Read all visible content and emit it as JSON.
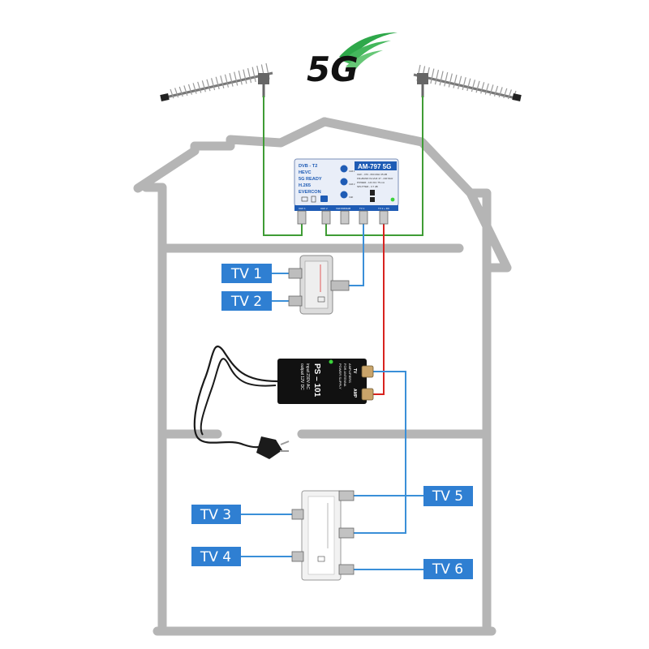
{
  "logo": {
    "text": "5G"
  },
  "amplifier": {
    "left_lines": [
      "DVB - T2",
      "HEVC",
      "5G READY",
      "H.265",
      "EVERCON"
    ],
    "model": "AM-797 5G",
    "spec_lines": [
      "UHF - 470 - 694 MHz  25 dB",
      "FM+BAND III+VHF  47 - 240 MHz",
      "POWER - 12V DC 75 mA",
      "SPLITTER - 3.7 dB"
    ],
    "port_labels": [
      "UHF 1",
      "UHF 2",
      "VHF/FM/DAB",
      "TV 1",
      "TV 2 + DC"
    ],
    "knob_labels": [
      "UHF 1",
      "UHF 2",
      "VHF"
    ]
  },
  "power_supply": {
    "model": "PS – 101",
    "input": "input 230V AC",
    "output": "output 12V DC",
    "side_text": [
      "POWER SUPPLY",
      "FOR ANTENNA",
      "AMPLIFIERS"
    ],
    "ports": [
      "TV",
      "AMP"
    ]
  },
  "tv_labels": [
    "TV 1",
    "TV 2",
    "TV 3",
    "TV 4",
    "TV 5",
    "TV 6"
  ],
  "colors": {
    "house": "#b5b5b5",
    "antenna_cable": "#3f9c35",
    "tv_cable": "#3a8fd8",
    "power_cable": "#d8231f",
    "label_bg": "#2f7fd2",
    "logo_green": "#2ea84a"
  }
}
